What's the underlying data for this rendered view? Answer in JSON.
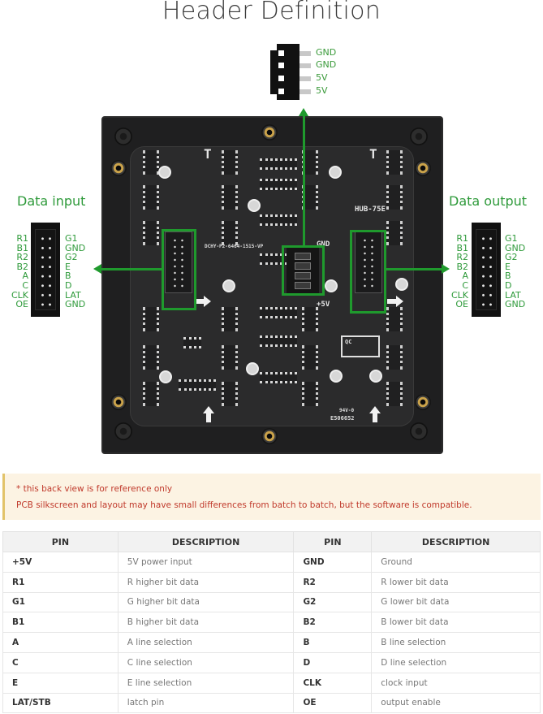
{
  "title": "Header Definition",
  "power_connector": {
    "pins": [
      "GND",
      "GND",
      "5V",
      "5V"
    ]
  },
  "data_input": {
    "title": "Data input",
    "left_pins": [
      "R1",
      "B1",
      "R2",
      "B2",
      "A",
      "C",
      "CLK",
      "OE"
    ],
    "right_pins": [
      "G1",
      "GND",
      "G2",
      "E",
      "B",
      "D",
      "LAT",
      "GND"
    ]
  },
  "data_output": {
    "title": "Data output",
    "left_pins": [
      "R1",
      "B1",
      "R2",
      "B2",
      "A",
      "C",
      "CLK",
      "OE"
    ],
    "right_pins": [
      "G1",
      "GND",
      "G2",
      "E",
      "B",
      "D",
      "LAT",
      "GND"
    ]
  },
  "pcb": {
    "model_silkscreen": "DCHY-P2-6464-1515-VP",
    "hub_label": "HUB-75E",
    "gnd_label": "GND",
    "plus5v_label": "+5V",
    "qc_label": "QC",
    "ul_code": "94V-0",
    "ul_number": "E506652",
    "accent_color": "#1f9a2d"
  },
  "note": {
    "line1": "* this back view is for reference only",
    "line2": "PCB silkscreen and layout may have small differences from batch to batch, but the software is compatible."
  },
  "table": {
    "headers": [
      "PIN",
      "DESCRIPTION",
      "PIN",
      "DESCRIPTION"
    ],
    "rows": [
      [
        "+5V",
        "5V power input",
        "GND",
        "Ground"
      ],
      [
        "R1",
        "R higher bit data",
        "R2",
        "R lower bit data"
      ],
      [
        "G1",
        "G higher bit data",
        "G2",
        "G lower bit data"
      ],
      [
        "B1",
        "B higher bit data",
        "B2",
        "B lower bit data"
      ],
      [
        "A",
        "A line selection",
        "B",
        "B line selection"
      ],
      [
        "C",
        "C line selection",
        "D",
        "D line selection"
      ],
      [
        "E",
        "E line selection",
        "CLK",
        "clock input"
      ],
      [
        "LAT/STB",
        "latch pin",
        "OE",
        "output enable"
      ]
    ]
  }
}
